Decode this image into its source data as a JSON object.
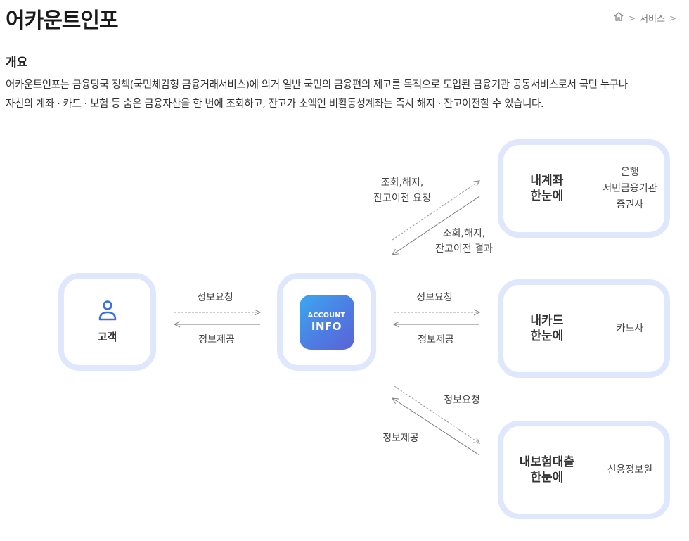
{
  "header": {
    "title": "어카운트인포",
    "breadcrumb": {
      "home_icon": "home-icon",
      "item1": "서비스",
      "sep": ">"
    }
  },
  "overview": {
    "heading": "개요",
    "line1": "어카운트인포는 금융당국 정책(국민체감형 금융거래서비스)에 의거 일반 국민의 금융편의 제고를 목적으로 도입된 금융기관 공동서비스로서 국민 누구나",
    "line2": "자신의 계좌 · 카드 · 보험 등 숨은 금융자산을 한 번에 조회하고, 잔고가 소액인 비활동성계좌는 즉시 해지 · 잔고이전할 수 있습니다."
  },
  "diagram": {
    "customer": {
      "icon": "person-icon",
      "label": "고객"
    },
    "center": {
      "line1": "ACCOUNT",
      "line2": "INFO"
    },
    "bank": {
      "title1": "내계좌",
      "title2": "한눈에",
      "org1": "은행",
      "org2": "서민금융기관",
      "org3": "증권사"
    },
    "card": {
      "title1": "내카드",
      "title2": "한눈에",
      "org1": "카드사"
    },
    "insurance": {
      "title1": "내보험대출",
      "title2": "한눈에",
      "org1": "신용정보원"
    },
    "labels": {
      "bank_req1": "조회,해지,",
      "bank_req2": "잔고이전 요청",
      "bank_res1": "조회,해지,",
      "bank_res2": "잔고이전 결과",
      "cust_req": "정보요청",
      "cust_res": "정보제공",
      "card_req": "정보요청",
      "card_res": "정보제공",
      "ins_req": "정보요청",
      "ins_res": "정보제공"
    },
    "colors": {
      "box_border": "#dfe7fd",
      "accent": "#3a6ee0",
      "arrow": "#888888"
    }
  }
}
